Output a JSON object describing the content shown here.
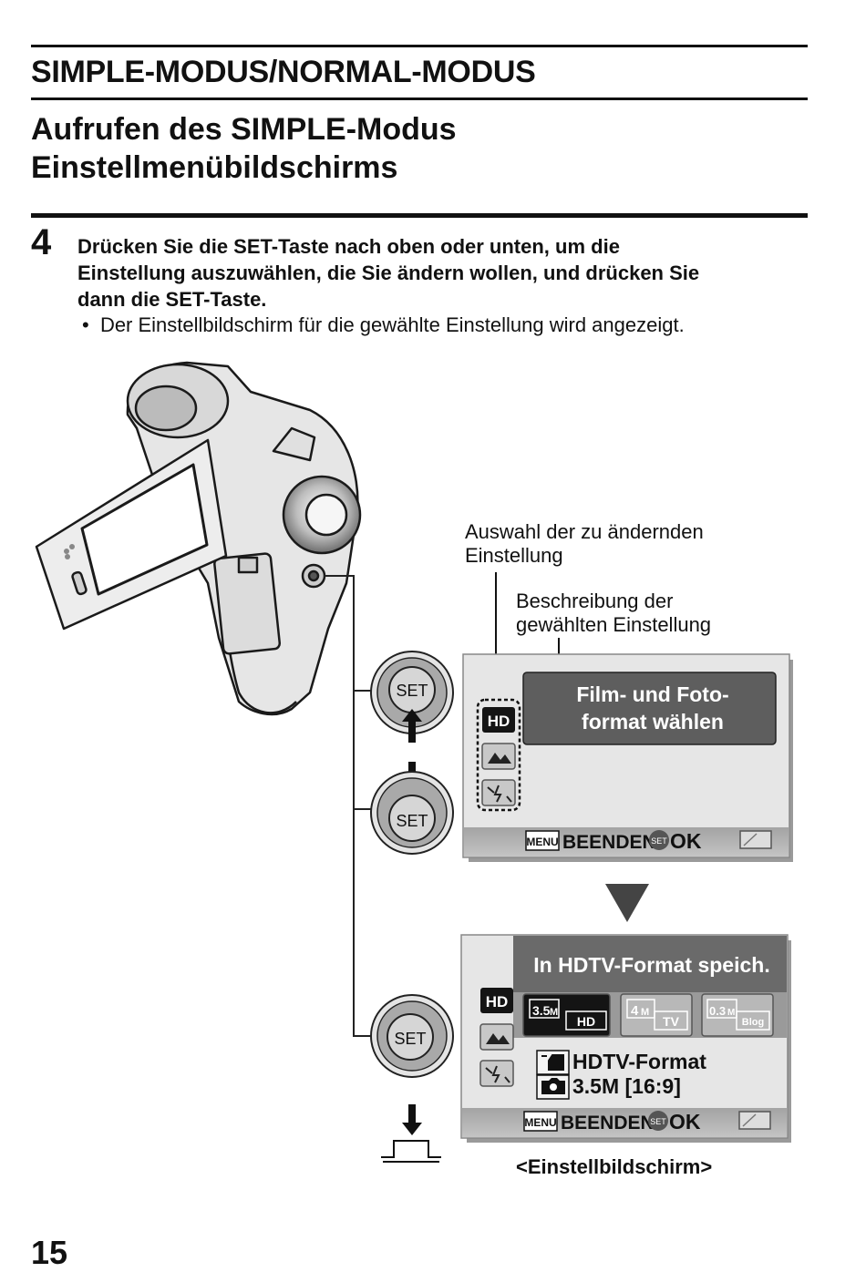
{
  "header": {
    "section_title": "SIMPLE-MODUS/NORMAL-MODUS",
    "subtitle_line1": "Aufrufen des SIMPLE-Modus",
    "subtitle_line2": "Einstellmenübildschirms"
  },
  "step": {
    "number": "4",
    "line1": "Drücken Sie die SET-Taste nach oben oder unten, um die",
    "line2": "Einstellung auszuwählen, die Sie ändern wollen, und drücken Sie",
    "line3": "dann die SET-Taste.",
    "bullet": "Der Einstellbildschirm für die gewählte Einstellung wird angezeigt."
  },
  "callouts": {
    "selection_line1": "Auswahl der zu ändernden",
    "selection_line2": "Einstellung",
    "description_line1": "Beschreibung der",
    "description_line2": "gewählten Einstellung"
  },
  "buttons": {
    "set": "SET"
  },
  "screen1": {
    "icon_hd": "HD",
    "desc_line1": "Film- und Foto-",
    "desc_line2": "format wählen",
    "menu_key": "MENU",
    "exit_label": "BEENDEN",
    "ok_label": "OK"
  },
  "screen2": {
    "title": "In HDTV-Format speich.",
    "icon_hd": "HD",
    "options": [
      {
        "size": "3.5",
        "unit": "M",
        "tag": "HD"
      },
      {
        "size": "4",
        "unit": "M",
        "tag": "TV"
      },
      {
        "size": "0.3",
        "unit": "M",
        "tag": "Blog"
      }
    ],
    "video_format": "HDTV-Format",
    "photo_format": "3.5M [16:9]",
    "menu_key": "MENU",
    "exit_label": "BEENDEN",
    "ok_label": "OK"
  },
  "caption": "<Einstellbildschirm>",
  "page_number": "15"
}
